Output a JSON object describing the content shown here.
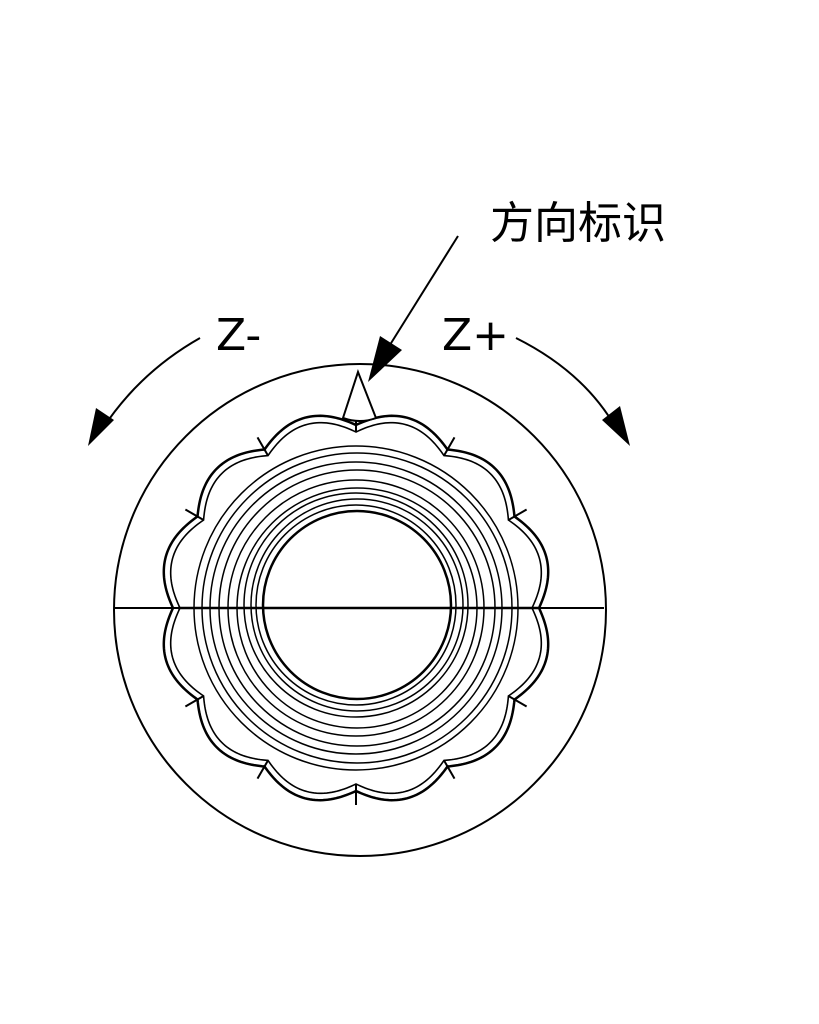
{
  "labels": {
    "direction_mark": "方向标识",
    "z_minus": "Z-",
    "z_plus": "Z+"
  },
  "colors": {
    "line": "#000000",
    "background": "#ffffff"
  }
}
